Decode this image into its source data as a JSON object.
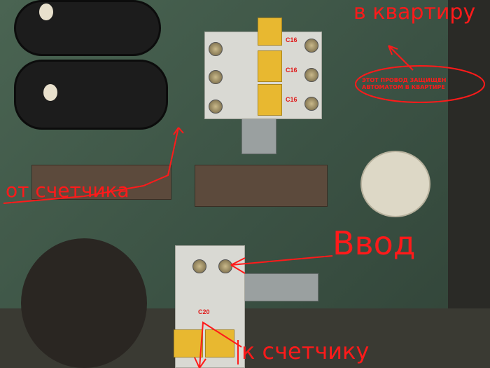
{
  "breakers_top": [
    {
      "rating": "C16"
    },
    {
      "rating": "C16"
    },
    {
      "rating": "C16"
    }
  ],
  "breaker_bottom": {
    "rating": "C20"
  },
  "annotations": {
    "to_apartment": "в квартиру",
    "note": "ЭТОТ ПРОВОД ЗАЩИЩЕН АВТОМАТОМ В КВАРТИРЕ",
    "from_meter": "от счетчика",
    "input": "Ввод",
    "to_meter": "к счетчику"
  },
  "colors": {
    "annotation": "#ff1a1a",
    "panel": "#3b5244",
    "lever": "#e8b830"
  }
}
